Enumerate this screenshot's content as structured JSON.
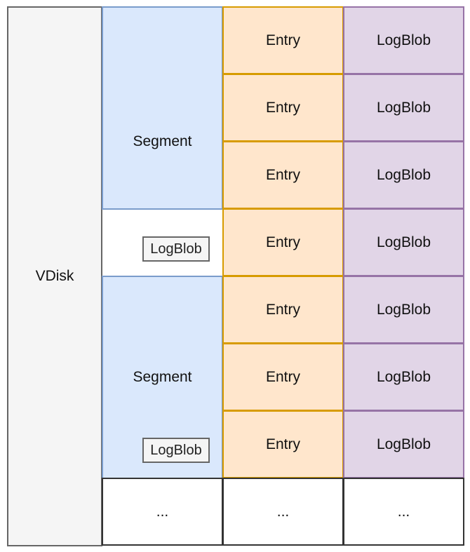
{
  "vdisk": {
    "label": "VDisk"
  },
  "segments": [
    {
      "label": "Segment",
      "blob_label": "LogBlob"
    },
    {
      "label": "Segment",
      "blob_label": "LogBlob"
    }
  ],
  "entries": [
    {
      "entry": "Entry",
      "logblob": "LogBlob"
    },
    {
      "entry": "Entry",
      "logblob": "LogBlob"
    },
    {
      "entry": "Entry",
      "logblob": "LogBlob"
    },
    {
      "entry": "Entry",
      "logblob": "LogBlob"
    },
    {
      "entry": "Entry",
      "logblob": "LogBlob"
    },
    {
      "entry": "Entry",
      "logblob": "LogBlob"
    },
    {
      "entry": "Entry",
      "logblob": "LogBlob"
    }
  ],
  "ellipsis": [
    "...",
    "...",
    "..."
  ],
  "colors": {
    "vdisk_fill": "#f5f5f5",
    "segment_fill": "#dae8fc",
    "entry_fill": "#ffe6cc",
    "logblob_fill": "#e1d5e7"
  }
}
